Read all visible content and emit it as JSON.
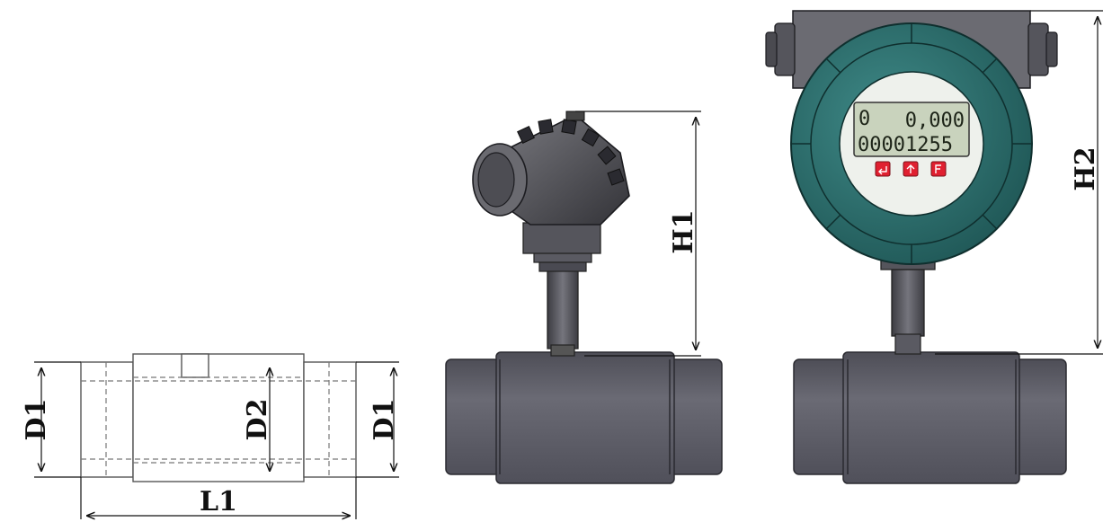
{
  "labels": {
    "d1_left": "D1",
    "d2": "D2",
    "d1_right": "D1",
    "l1": "L1",
    "h1": "H1",
    "h2": "H2"
  },
  "display": {
    "line1_left": "0",
    "line1_right": "0,000",
    "line2": "00001255"
  },
  "colors": {
    "pipe": "#5f5f68",
    "housing": "#2e6e6c",
    "lcd": "#c9d3bd",
    "button": "#e02030"
  }
}
